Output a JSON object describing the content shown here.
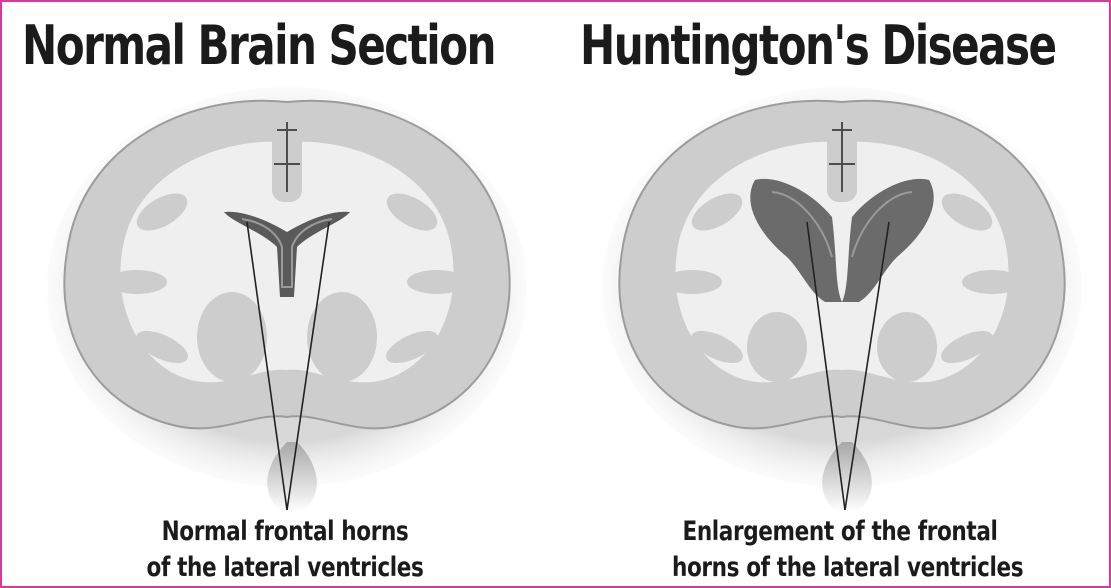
{
  "panels": [
    {
      "title": "Normal Brain Section",
      "caption_line1": "Normal frontal horns",
      "caption_line2": "of the lateral ventricles"
    },
    {
      "title": "Huntington's Disease",
      "caption_line1": "Enlargement of the frontal",
      "caption_line2": "horns of the lateral ventricles"
    }
  ],
  "colors": {
    "border": "#d63a9c",
    "gray_matter": "#c9c9c9",
    "white_matter": "#efefef",
    "ventricle": "#5a5a5a",
    "text": "#1b1b1b"
  }
}
